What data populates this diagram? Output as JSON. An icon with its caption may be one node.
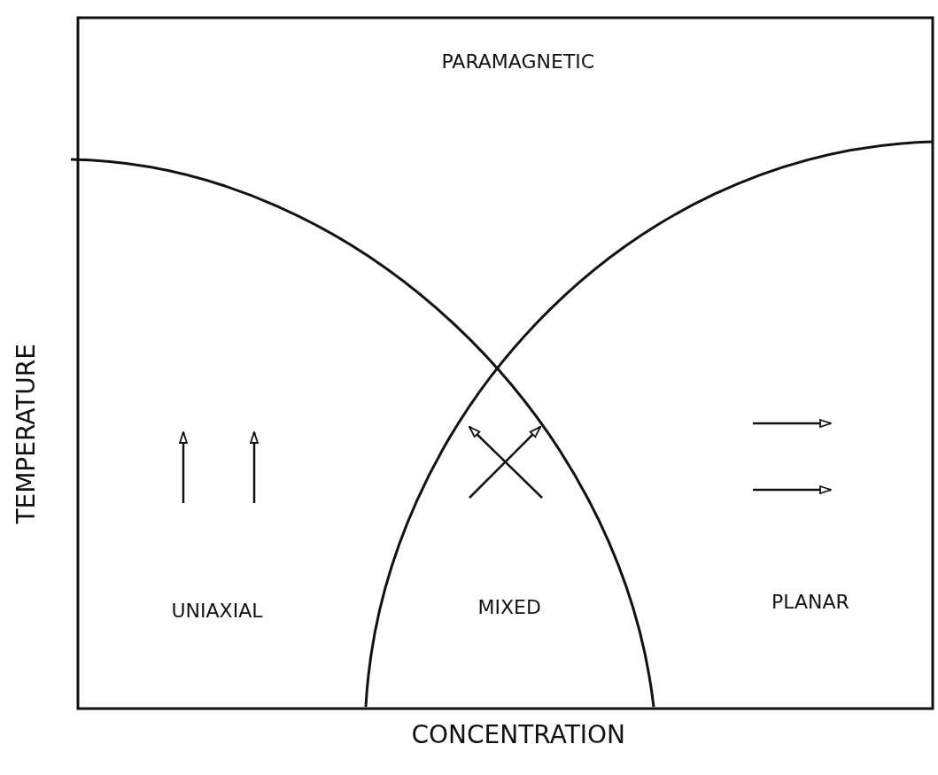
{
  "diagram": {
    "labels": [
      "PARAMAGNETIC",
      "UNIAXIAL",
      "MIXED",
      "PLANAR",
      "TEMPERATURE",
      "CONCENTRATION"
    ]
  }
}
